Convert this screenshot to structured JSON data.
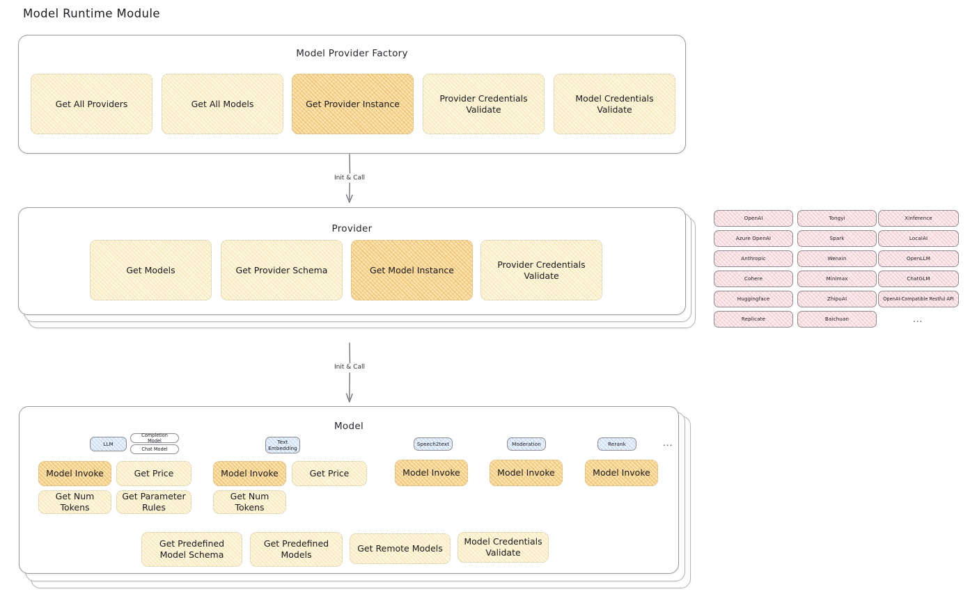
{
  "page": {
    "title": "Model Runtime Module"
  },
  "colors": {
    "node_yellow_fill": "#fdf7e2",
    "node_yellow_hatch": "#f0c85a",
    "node_orange_fill": "#fbe3b4",
    "node_orange_hatch": "#e7a730",
    "node_pink_fill": "#fdeef0",
    "node_pink_hatch": "#e06e78",
    "node_blue_fill": "#eaf2fb",
    "node_blue_hatch": "#6996d2",
    "container_border": "#9a9a9e",
    "text": "#17171b",
    "background": "#ffffff"
  },
  "factory": {
    "title": "Model Provider Factory",
    "nodes": [
      {
        "label": "Get All Providers",
        "highlight": false
      },
      {
        "label": "Get All Models",
        "highlight": false
      },
      {
        "label": "Get Provider Instance",
        "highlight": true
      },
      {
        "label": "Provider Credentials Validate",
        "highlight": false
      },
      {
        "label": "Model Credentials Validate",
        "highlight": false
      }
    ]
  },
  "arrows": [
    {
      "label": "Init & Call",
      "from": "factory",
      "to": "provider"
    },
    {
      "label": "Init & Call",
      "from": "provider",
      "to": "model"
    }
  ],
  "provider": {
    "title": "Provider",
    "stack_layers": 3,
    "nodes": [
      {
        "label": "Get Models",
        "highlight": false
      },
      {
        "label": "Get Provider Schema",
        "highlight": false
      },
      {
        "label": "Get Model Instance",
        "highlight": true
      },
      {
        "label": "Provider Credentials Validate",
        "highlight": false
      }
    ]
  },
  "provider_list": {
    "columns": [
      {
        "items": [
          "OpenAI",
          "Azure OpenAI",
          "Anthropic",
          "Cohere",
          "Huggingface",
          "Replicate"
        ]
      },
      {
        "items": [
          "Tongyi",
          "Spark",
          "Wenxin",
          "Minimax",
          "ZhipuAI",
          "Baichuan"
        ]
      },
      {
        "items": [
          "Xinference",
          "LocalAI",
          "OpenLLM",
          "ChatGLM",
          "OpenAI-Compatible Restful API"
        ],
        "more": "..."
      }
    ]
  },
  "model": {
    "title": "Model",
    "stack_layers": 3,
    "more_tag": "...",
    "groups": [
      {
        "tag": "LLM",
        "subtags": [
          "Completion Model",
          "Chat Model"
        ],
        "methods": [
          {
            "label": "Model Invoke",
            "highlight": true
          },
          {
            "label": "Get Price",
            "highlight": false
          },
          {
            "label": "Get Num Tokens",
            "highlight": false
          },
          {
            "label": "Get Parameter Rules",
            "highlight": false
          }
        ]
      },
      {
        "tag": "Text Embedding",
        "subtags": [],
        "methods": [
          {
            "label": "Model Invoke",
            "highlight": true
          },
          {
            "label": "Get Price",
            "highlight": false
          },
          {
            "label": "Get Num Tokens",
            "highlight": false
          }
        ]
      },
      {
        "tag": "Speech2text",
        "subtags": [],
        "methods": [
          {
            "label": "Model Invoke",
            "highlight": true
          }
        ]
      },
      {
        "tag": "Moderation",
        "subtags": [],
        "methods": [
          {
            "label": "Model Invoke",
            "highlight": true
          }
        ]
      },
      {
        "tag": "Rerank",
        "subtags": [],
        "methods": [
          {
            "label": "Model Invoke",
            "highlight": true
          }
        ]
      }
    ],
    "shared_methods": [
      {
        "label": "Get Predefined Model Schema"
      },
      {
        "label": "Get Predefined Models"
      },
      {
        "label": "Get Remote Models"
      },
      {
        "label": "Model Credentials Validate"
      }
    ]
  }
}
